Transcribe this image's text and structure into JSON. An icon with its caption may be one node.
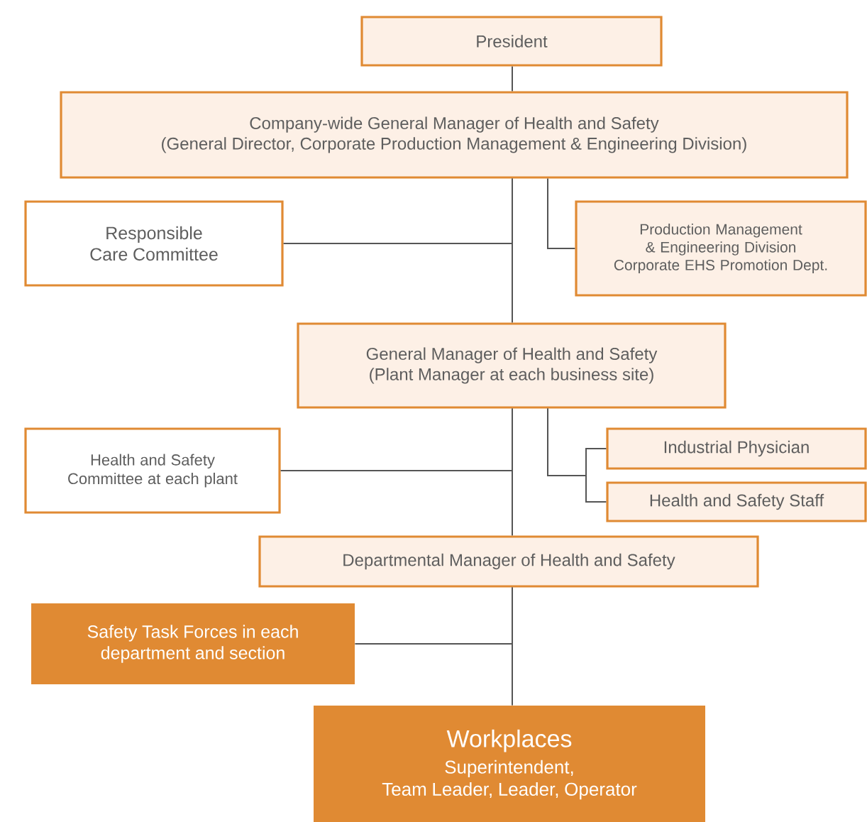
{
  "diagram": {
    "nodes": [
      {
        "text": [
          "President"
        ]
      },
      {
        "text": [
          "Company-wide General Manager of Health and Safety (General Director, Corporate Production Management & Engineering Division)"
        ]
      },
      {
        "text": [
          "Responsible Care Committee"
        ]
      },
      {
        "text": [
          "Production Management & Engineering Division Corporate EHS Promotion Dept."
        ]
      },
      {
        "text": [
          "General Manager of Health and Safety (Plant Manager at each business site)"
        ]
      },
      {
        "text": [
          "Health and Safety Committee at each plant"
        ]
      },
      {
        "text": [
          "Industrial Physician"
        ]
      },
      {
        "text": [
          "Health and Safety Staff"
        ]
      },
      {
        "text": [
          "Departmental Manager of Health and Safety"
        ]
      },
      {
        "text": [
          "Safety Task Forces in each department and section"
        ]
      },
      {
        "text": [
          "Workplaces",
          "Superintendent, Team Leader, Leader, Operator"
        ]
      }
    ],
    "edges": [
      {
        "from": 0,
        "to": 1,
        "arrow": "none"
      },
      {
        "from": 1,
        "to": 4,
        "arrow": "none"
      },
      {
        "from": 1,
        "to": 2,
        "arrow": "none"
      },
      {
        "from": 1,
        "to": 3,
        "arrow": "none"
      },
      {
        "from": 4,
        "to": 8,
        "arrow": "none"
      },
      {
        "from": 4,
        "to": 5,
        "arrow": "none"
      },
      {
        "from": 4,
        "to": 6,
        "arrow": "none"
      },
      {
        "from": 4,
        "to": 7,
        "arrow": "none"
      },
      {
        "from": 8,
        "to": 10,
        "arrow": "none"
      },
      {
        "from": 8,
        "to": 9,
        "arrow": "none"
      }
    ]
  }
}
